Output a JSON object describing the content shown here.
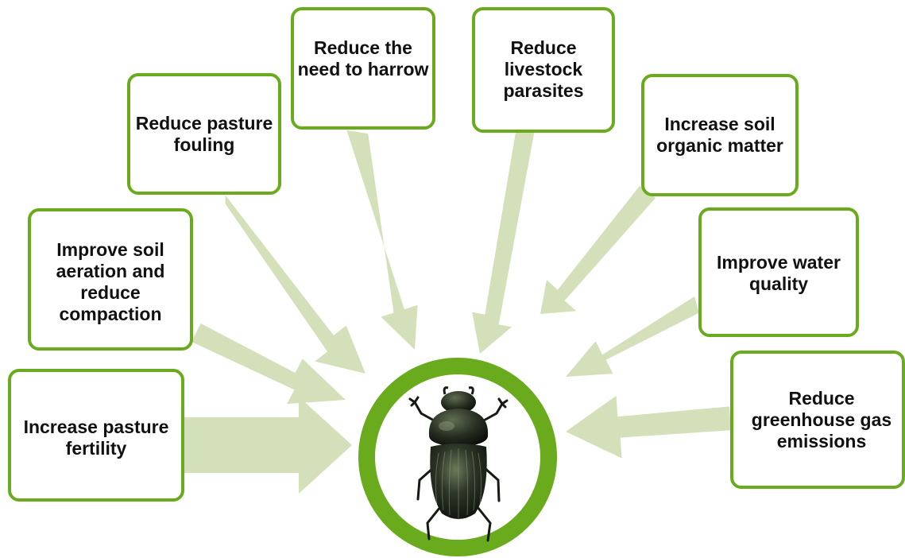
{
  "diagram": {
    "benefits": [
      {
        "label": "Increase pasture fertility"
      },
      {
        "label": "Improve soil aeration and reduce compaction"
      },
      {
        "label": "Reduce pasture fouling"
      },
      {
        "label": "Reduce the need to harrow"
      },
      {
        "label": "Reduce livestock parasites"
      },
      {
        "label": "Increase soil organic matter"
      },
      {
        "label": "Improve water quality"
      },
      {
        "label": "Reduce greenhouse gas emissions"
      }
    ],
    "center_icon": "dung-beetle-icon",
    "colors": {
      "box_border": "#6aab1e",
      "ring": "#6aab1e",
      "arrow": "#d3e0b9",
      "text": "#111111"
    }
  }
}
